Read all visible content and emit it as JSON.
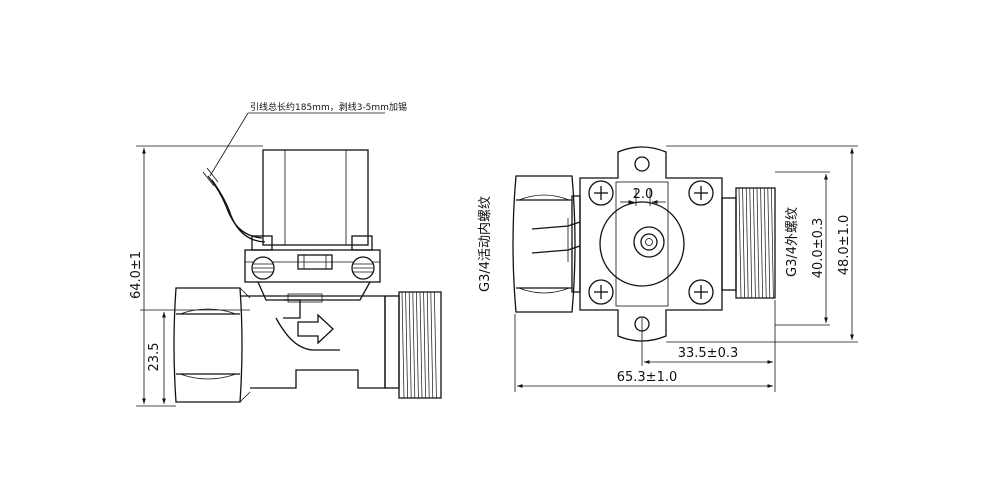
{
  "side_view": {
    "wire_note": "引线总长约185mm，剥线3-5mm加锡",
    "dim_height": "64.0±1",
    "dim_center": "23.5"
  },
  "end_view": {
    "dim_pin_gap": "2.0",
    "thread_inner": "G3/4活动内螺纹",
    "thread_outer": "G3/4外螺纹",
    "dim_outer_height": "48.0±1.0",
    "dim_inner_height": "40.0±0.3",
    "dim_offset": "33.5±0.3",
    "dim_length": "65.3±1.0"
  },
  "colors": {
    "line": "#111111",
    "background": "#ffffff"
  },
  "icons": [
    "flow-arrow-icon",
    "screw-head-icon"
  ]
}
